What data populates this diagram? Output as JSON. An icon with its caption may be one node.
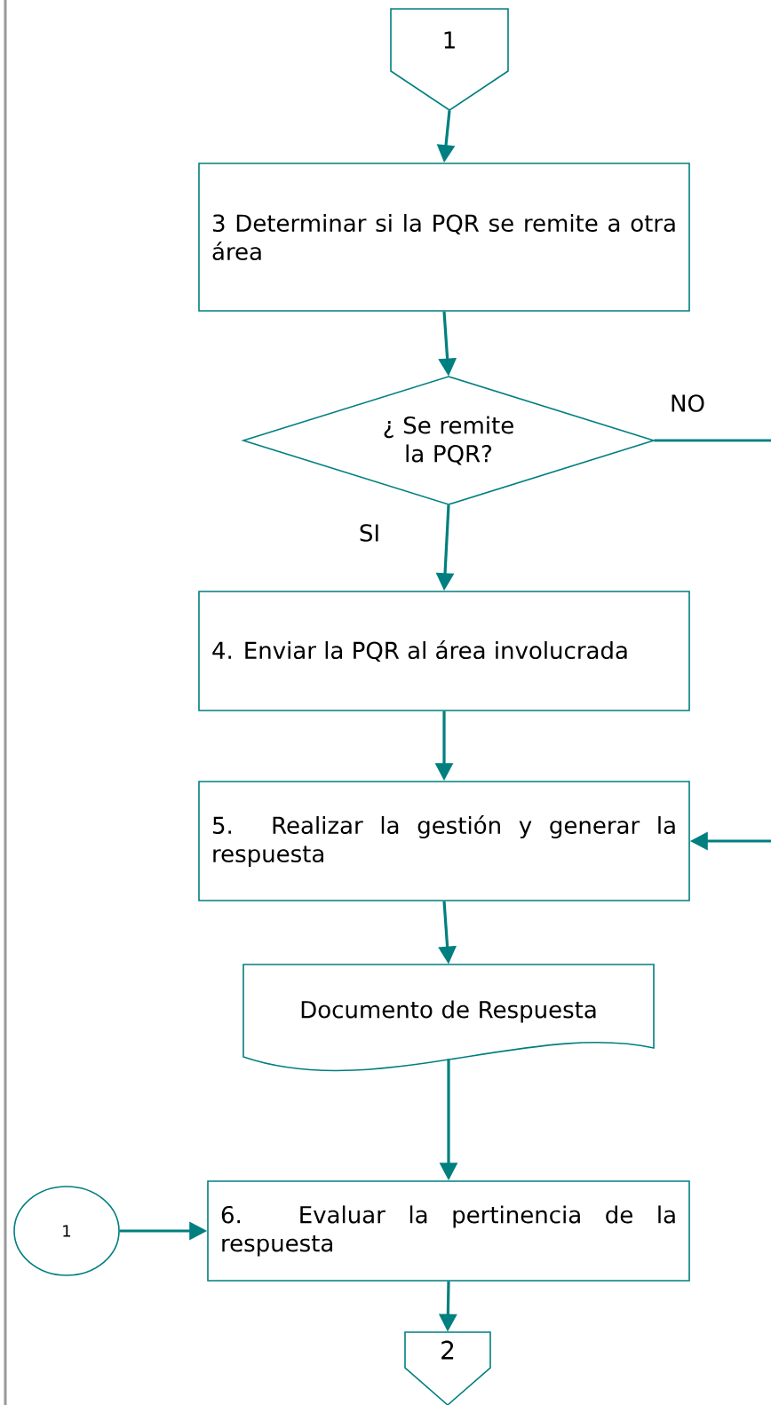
{
  "diagram": {
    "nodes": [
      {
        "text": [
          "1"
        ]
      },
      {
        "text": [
          "3 Determinar si la PQR se remite a otra área"
        ]
      },
      {
        "text": [
          "¿ Se remite la PQR?"
        ]
      },
      {
        "text": [
          "4. Enviar la PQR al área involucrada"
        ]
      },
      {
        "text": [
          "5. Realizar la gestión y generar la respuesta"
        ]
      },
      {
        "text": [
          "Documento de Respuesta"
        ]
      },
      {
        "text": [
          "6. Evaluar la pertinencia de la respuesta"
        ]
      },
      {
        "text": [
          "1"
        ]
      },
      {
        "text": [
          "2"
        ]
      }
    ],
    "edges": [
      {
        "from": 0,
        "to": 1,
        "arrow": "to"
      },
      {
        "from": 1,
        "to": 2,
        "arrow": "to"
      },
      {
        "from": 2,
        "to": 3,
        "arrow": "to",
        "label": "SI"
      },
      {
        "from": 2,
        "to": null,
        "arrow": "none",
        "label": "NO"
      },
      {
        "from": null,
        "to": 4,
        "arrow": "to"
      },
      {
        "from": 3,
        "to": 4,
        "arrow": "to"
      },
      {
        "from": 4,
        "to": 5,
        "arrow": "to"
      },
      {
        "from": 5,
        "to": 6,
        "arrow": "to"
      },
      {
        "from": 7,
        "to": 6,
        "arrow": "to"
      },
      {
        "from": 6,
        "to": 8,
        "arrow": "to"
      }
    ]
  }
}
